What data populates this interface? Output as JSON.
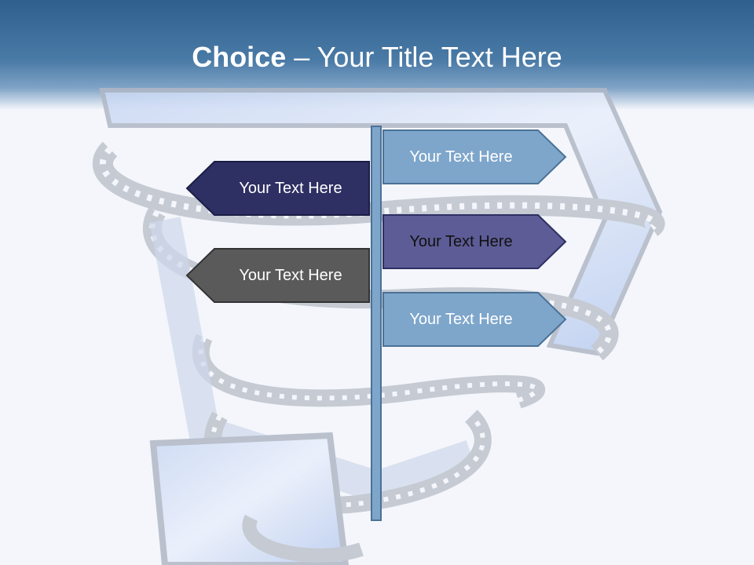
{
  "slide": {
    "title_bold": "Choice",
    "title_rest": " – Your Title Text Here"
  },
  "signs": [
    {
      "label": "Your Text Here",
      "side": "right",
      "color": "#7ea6cb"
    },
    {
      "label": "Your Text Here",
      "side": "left",
      "color": "#2e2f63"
    },
    {
      "label": "Your Text Here",
      "side": "right",
      "color": "#5d5c96"
    },
    {
      "label": "Your Text Here",
      "side": "left",
      "color": "#5a5a5a"
    },
    {
      "label": "Your Text Here",
      "side": "right",
      "color": "#7ea6cb"
    }
  ],
  "icons": {
    "background": "film-strip-illustration"
  }
}
